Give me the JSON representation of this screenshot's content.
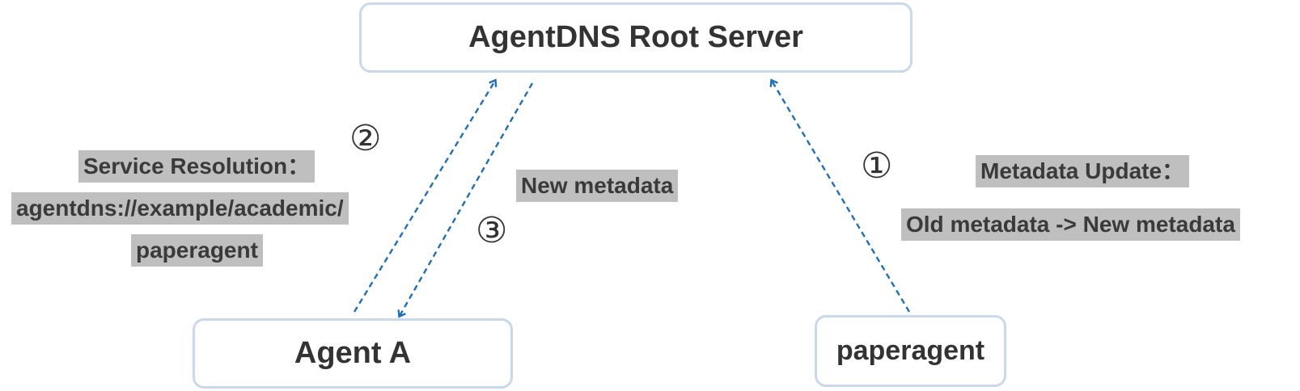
{
  "nodes": {
    "root": "AgentDNS Root Server",
    "agent_a": "Agent A",
    "paperagent": "paperagent"
  },
  "steps": {
    "one": "①",
    "two": "②",
    "three": "③"
  },
  "labels": {
    "service_resolution_title": "Service Resolution：",
    "service_resolution_line1": "agentdns://example/academic/",
    "service_resolution_line2": "paperagent",
    "new_metadata": "New metadata",
    "metadata_update_title": "Metadata Update：",
    "metadata_update_value": "Old metadata -> New metadata"
  },
  "colors": {
    "arrow": "#1f6fb8",
    "node_border": "#c9d8ec",
    "label_highlight": "#bfbfbf"
  }
}
